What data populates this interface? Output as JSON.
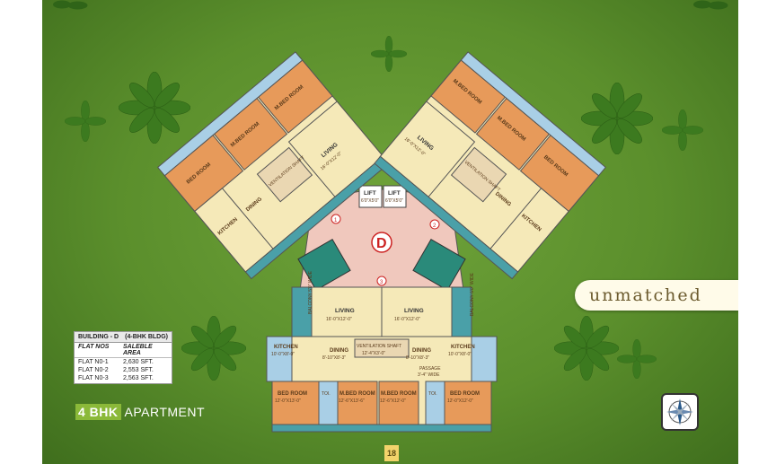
{
  "brand": {
    "tagline": "unmatched"
  },
  "building": {
    "name": "BUILDING - D",
    "type": "(4-BHK BLDG)",
    "col_flat": "FLAT NOS",
    "col_area": "SALEBLE AREA",
    "flats": [
      {
        "no": "FLAT N0-1",
        "area": "2,630 SFT."
      },
      {
        "no": "FLAT N0-2",
        "area": "2,553 SFT."
      },
      {
        "no": "FLAT N0-3",
        "area": "2,563 SFT."
      }
    ]
  },
  "apartment": {
    "number": "4 BHK",
    "label": "APARTMENT"
  },
  "page_number": "18",
  "plan": {
    "building_letter": "D",
    "lift1": "LIFT",
    "lift1_size": "6'0\"X5'0\"",
    "lift2": "LIFT",
    "lift2_size": "6'0\"X5'0\"",
    "flat_markers": [
      "1",
      "2",
      "3"
    ],
    "bottom": {
      "living1": "LIVING",
      "living1_size": "16'-0\"X12'-0\"",
      "living2": "LIVING",
      "living2_size": "16'-0\"X12'-0\"",
      "kitchen1": "KITCHEN",
      "kitchen1_size": "10'-0\"X8'-0\"",
      "kitchen2": "KITCHEN",
      "kitchen2_size": "10'-0\"X8'-0\"",
      "dining1": "DINING",
      "dining1_size": "8'-10\"X8'-3\"",
      "dining2": "DINING",
      "dining2_size": "8'-10\"X8'-3\"",
      "ventshaft": "VENTILATION SHAFT",
      "ventshaft_size": "12'-4\"X3'-0\"",
      "passage": "PASSAGE",
      "passage_size": "3'-4\" WIDE",
      "bed1": "BED ROOM",
      "bed1_size": "12'-0\"X13'-0\"",
      "bed2": "M.BED ROOM",
      "bed2_size": "12'-6\"X13'-6\"",
      "bed3": "M.BED ROOM",
      "bed3_size": "12'-6\"X12'-0\"",
      "bed4": "BED ROOM",
      "bed4_size": "12'-0\"X12'-0\"",
      "toi": "TOI.",
      "balcony": "BALCONY 5'0\" WIDE"
    },
    "left": {
      "living": "LIVING",
      "living_size": "16'-0\"X12'-0\"",
      "kitchen": "KITCHEN",
      "dining": "DINING",
      "bed": "BED ROOM",
      "mbed": "M.BED ROOM",
      "ventshaft": "VENTILATION SHAFT"
    },
    "right": {
      "living": "LIVING",
      "living_size": "16'-0\"X12'-0\"",
      "kitchen": "KITCHEN",
      "dining": "DINING",
      "bed": "BED ROOM",
      "mbed": "M.BED ROOM",
      "ventshaft": "VENTILATION SHAFT"
    }
  }
}
